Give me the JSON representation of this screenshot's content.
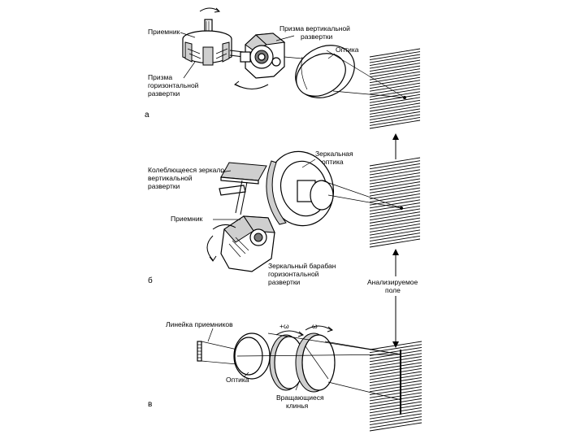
{
  "panels": {
    "a": {
      "letter": "а",
      "receiver_label": "Приемник",
      "vertical_prism_label": [
        "Призма вертикальной",
        "развертки"
      ],
      "optics_label": "Оптика",
      "horizontal_prism_label": [
        "Призма",
        "горизонтальной",
        "развертки"
      ]
    },
    "b": {
      "letter": "б",
      "mirror_optics_label": [
        "Зеркальная",
        "оптика"
      ],
      "oscillating_mirror_label": [
        "Колеблющееся зеркало",
        "вертикальной",
        "развертки"
      ],
      "receiver_label": "Приемник",
      "mirror_drum_label": [
        "Зеркальный барабан",
        "горизонтальной",
        "развертки"
      ]
    },
    "c": {
      "letter": "в",
      "receiver_array_label": "Линейка приемников",
      "optics_label": "Оптика",
      "wedges_label": [
        "Вращающиеся",
        "клинья"
      ],
      "rotation_mark_1": "+ω",
      "rotation_mark_2": "ω"
    }
  },
  "field_label": [
    "Анализируемое",
    "поле"
  ],
  "colors": {
    "line": "#000000",
    "shade": "#cfcfcf",
    "dark": "#7a7a7a",
    "background": "#ffffff"
  }
}
